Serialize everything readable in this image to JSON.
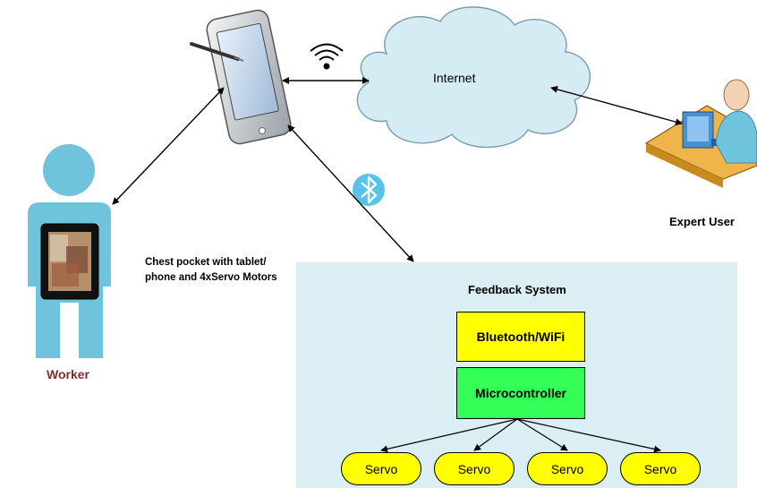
{
  "nodes": {
    "internet": "Internet",
    "expert_user": "Expert User",
    "worker": "Worker",
    "chest_pocket_line1": "Chest pocket with tablet/",
    "chest_pocket_line2": "phone and 4xServo Motors",
    "feedback_system": "Feedback System",
    "bluetooth_wifi": "Bluetooth/WiFi",
    "microcontroller": "Microcontroller",
    "servos": [
      "Servo",
      "Servo",
      "Servo",
      "Servo"
    ]
  },
  "colors": {
    "panel": "#daeef3",
    "cloud": "#d6ecf5",
    "person": "#6fc3dc",
    "yellow": "#ffff00",
    "green": "#33ff57",
    "worker_label": "#7b2f2f",
    "bluetooth": "#58c3e8"
  },
  "icons": [
    "tablet-icon",
    "stylus-icon",
    "wifi-icon",
    "cloud-icon",
    "bluetooth-icon",
    "expert-workstation-icon",
    "worker-person-icon"
  ]
}
